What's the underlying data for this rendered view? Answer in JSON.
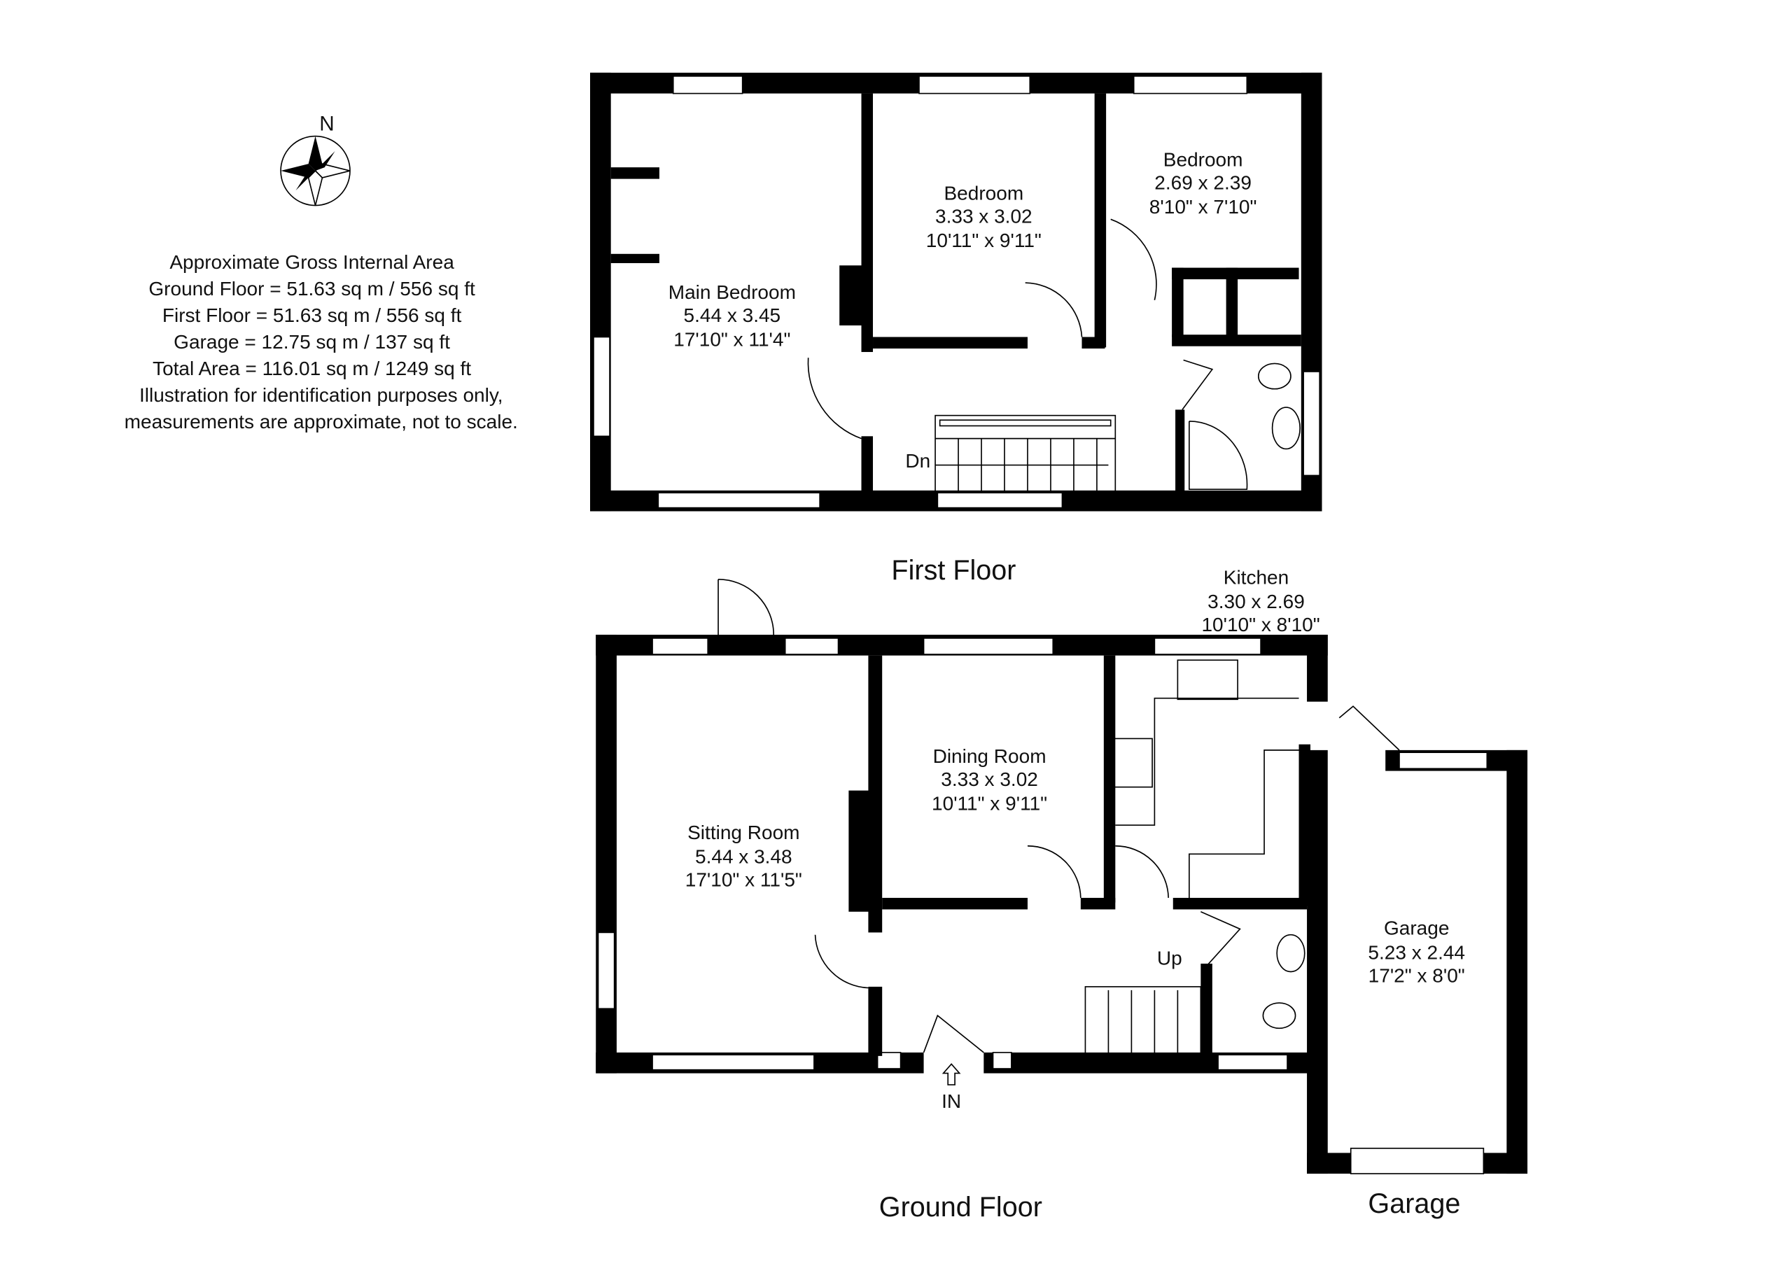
{
  "compass": {
    "label": "N"
  },
  "area_info": {
    "title": "Approximate Gross Internal Area",
    "ground_floor": "Ground Floor = 51.63 sq m / 556 sq ft",
    "first_floor": "First Floor = 51.63 sq m / 556 sq ft",
    "garage": "Garage = 12.75 sq m / 137 sq ft",
    "total": "Total Area = 116.01 sq m / 1249 sq ft",
    "disclaimer_1": "Illustration for identification purposes only,",
    "disclaimer_2": "measurements are approximate, not to scale."
  },
  "first_floor": {
    "label": "First Floor",
    "stairs_label": "Dn",
    "rooms": [
      {
        "name": "Main Bedroom",
        "metric": "5.44 x 3.45",
        "imperial": "17'10\" x 11'4\""
      },
      {
        "name": "Bedroom",
        "metric": "3.33 x 3.02",
        "imperial": "10'11\" x 9'11\""
      },
      {
        "name": "Bedroom",
        "metric": "2.69 x 2.39",
        "imperial": "8'10\" x 7'10\""
      }
    ]
  },
  "ground_floor": {
    "label": "Ground Floor",
    "stairs_label": "Up",
    "entrance_label": "IN",
    "rooms": [
      {
        "name": "Sitting Room",
        "metric": "5.44 x 3.48",
        "imperial": "17'10\" x 11'5\""
      },
      {
        "name": "Dining Room",
        "metric": "3.33 x 3.02",
        "imperial": "10'11\" x 9'11\""
      },
      {
        "name": "Kitchen",
        "metric": "3.30 x 2.69",
        "imperial": "10'10\" x 8'10\""
      }
    ]
  },
  "garage": {
    "label": "Garage",
    "room": {
      "name": "Garage",
      "metric": "5.23 x 2.44",
      "imperial": "17'2\" x 8'0\""
    }
  }
}
